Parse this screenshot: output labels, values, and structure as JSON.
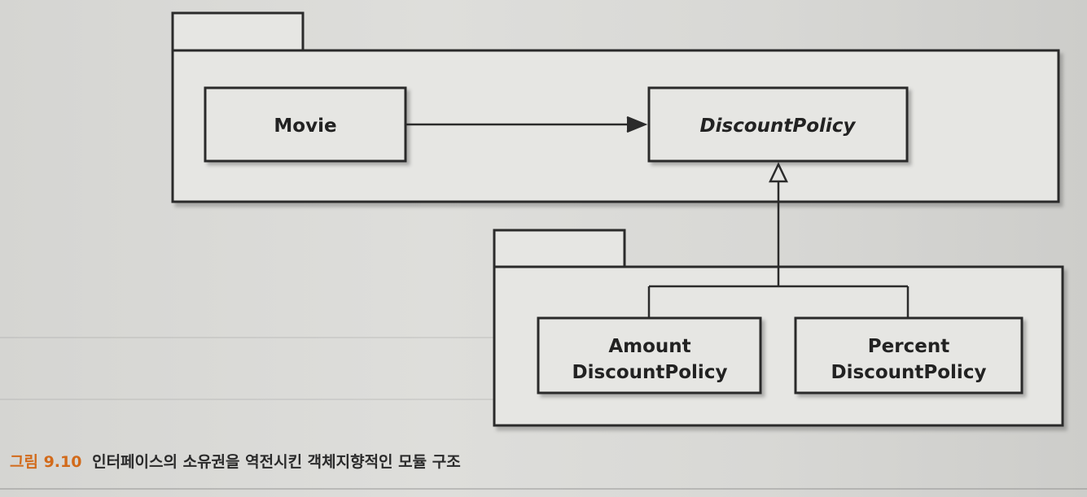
{
  "diagram": {
    "classes": {
      "movie": "Movie",
      "discount_policy": "DiscountPolicy",
      "amount_line1": "Amount",
      "amount_line2": "DiscountPolicy",
      "percent_line1": "Percent",
      "percent_line2": "DiscountPolicy"
    }
  },
  "caption": {
    "figure_number": "그림 9.10",
    "text": "인터페이스의 소유권을 역전시킨 객체지향적인 모듈 구조"
  },
  "colors": {
    "figure_number": "#d26a1a",
    "stroke": "#2b2b2b"
  }
}
